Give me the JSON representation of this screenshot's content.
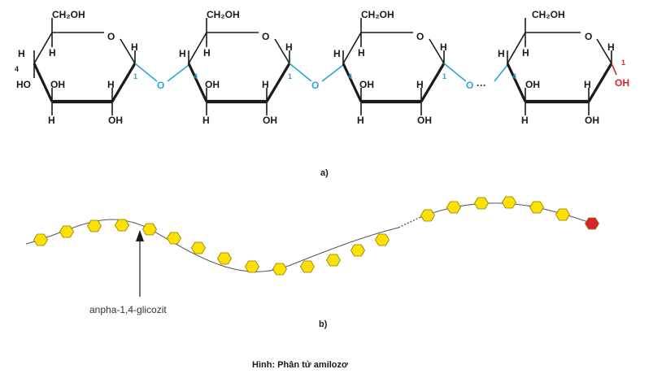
{
  "part_a": {
    "label": "a)",
    "units": [
      {
        "ch2oh": "CH₂OH",
        "ring_o": "O",
        "h_top": "H",
        "h_left": "H",
        "oh_left": "HO",
        "oh_mid": "OH",
        "h_mid": "H",
        "h_right": "H",
        "h_bot_left": "H",
        "oh_bot": "OH",
        "c4": "4",
        "c1": "1"
      },
      {
        "ch2oh": "CH₂OH",
        "ring_o": "O",
        "h_top": "H",
        "h_left": "H",
        "oh_mid": "OH",
        "h_mid": "H",
        "h_right": "H",
        "h_bot_left": "H",
        "oh_bot": "OH",
        "c4": "4",
        "c1": "1"
      },
      {
        "ch2oh": "CH₂OH",
        "ring_o": "O",
        "h_top": "H",
        "h_left": "H",
        "oh_mid": "OH",
        "h_mid": "H",
        "h_right": "H",
        "h_bot_left": "H",
        "oh_bot": "OH",
        "c4": "4",
        "c1": "1"
      },
      {
        "ch2oh": "CH₂OH",
        "ring_o": "O",
        "h_top": "H",
        "h_left": "H",
        "oh_mid": "OH",
        "h_mid": "H",
        "h_right": "H",
        "h_bot_left": "H",
        "oh_bot": "OH",
        "c4": "4",
        "c1": "1",
        "end_oh": "OH"
      }
    ],
    "bridge_o": "O",
    "ellipsis": "···",
    "colors": {
      "bond": "#1a1a1a",
      "link": "#2aa5d6",
      "reducing_end": "#d8232a"
    }
  },
  "part_b": {
    "label": "b)",
    "arrow_label": "anpha-1,4-glicozit",
    "colors": {
      "unit": "#ffe100",
      "unit_stroke": "#8a7a00",
      "end_unit": "#d8232a",
      "chain": "#555555"
    }
  },
  "caption": "Hình: Phân tử amilozơ"
}
